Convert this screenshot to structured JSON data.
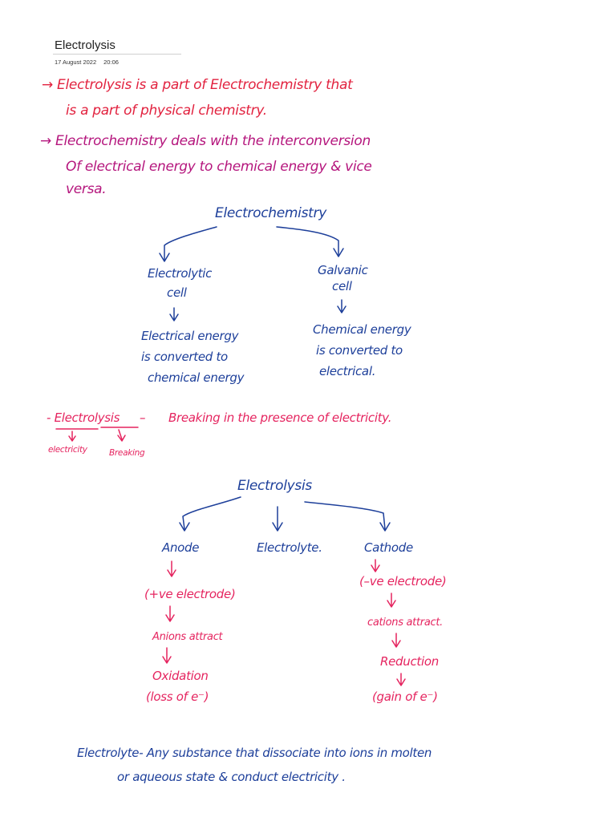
{
  "page": {
    "title": "Electrolysis",
    "date": "17 August 2022",
    "time": "20:06"
  },
  "intro": {
    "line1": "→ Electrolysis is a part of Electrochemistry that",
    "line2": "is a part of physical chemistry.",
    "line3": "→ Electrochemistry deals with the interconversion",
    "line4": "Of electrical energy to chemical energy & vice",
    "line5": "versa."
  },
  "tree_electrochemistry": {
    "root": "Electrochemistry",
    "left": {
      "label_line1": "Electrolytic",
      "label_line2": "cell",
      "desc_line1": "Electrical energy",
      "desc_line2": "is converted to",
      "desc_line3": "chemical energy"
    },
    "right": {
      "label_line1": "Galvanic",
      "label_line2": "cell",
      "desc_line1": "Chemical energy",
      "desc_line2": "is converted to",
      "desc_line3": "electrical."
    }
  },
  "etymology": {
    "term": "- Electrolysis",
    "dash": "–",
    "meaning": "Breaking in the presence of electricity.",
    "part1": "electricity",
    "part2": "Breaking"
  },
  "tree_electrolysis": {
    "root": "Electrolysis",
    "anode": {
      "label": "Anode",
      "step1": "(+ve electrode)",
      "step2": "Anions attract",
      "step3": "Oxidation",
      "step4": "(loss of e⁻)"
    },
    "middle": {
      "label": "Electrolyte."
    },
    "cathode": {
      "label": "Cathode",
      "step1": "(–ve electrode)",
      "step2": "cations attract.",
      "step3": "Reduction",
      "step4": "(gain of e⁻)"
    }
  },
  "definition": {
    "line1": "Electrolyte- Any substance that dissociate into ions in molten",
    "line2": "or aqueous state & conduct electricity ."
  },
  "colors": {
    "red": "#e2223f",
    "magenta": "#b5167d",
    "blue": "#1d3f9a",
    "pink": "#e5245f"
  }
}
